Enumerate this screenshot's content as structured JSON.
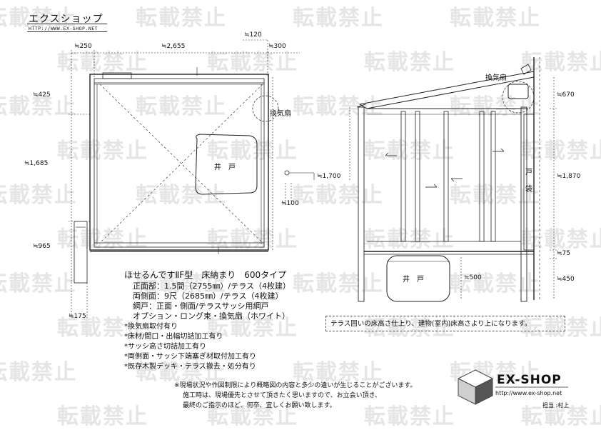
{
  "header": {
    "title": "エクスショップ",
    "url": "HTTP://WWW.EX-SHOP.NET"
  },
  "watermark": {
    "text": "転載禁止"
  },
  "plan_dimensions": {
    "top_left": "≒250",
    "top_mid": "≒2,655",
    "top_above": "≒120",
    "top_right": "≒300",
    "left_upper": "≒425",
    "left_mid": "≒1,685",
    "left_lower": "≒965",
    "bottom": "≒175",
    "right_outlet": "≒1,700",
    "right_small": "≒100"
  },
  "plan_labels": {
    "vent": "換気扇",
    "well": "井　戸"
  },
  "elev_labels": {
    "vent": "換気扇",
    "well": "井　戸",
    "doorpocket_1": "戸",
    "doorpocket_2": "袋"
  },
  "elev_dimensions": {
    "top": "≒670",
    "mid": "≒1,870",
    "lower": "≒75",
    "bottom": "≒450",
    "well": "≒500"
  },
  "spec": {
    "title": "ほせるんですⅡF型　床納まり　600タイプ",
    "front": "正面部：1.5間（2755㎜）/テラス（4枚建）",
    "sides": "両側面：9尺（2685㎜）/テラス（4枚建）",
    "screen": "網戸：正面・側面/テラスサッシ用網戸",
    "option": "オプション・ロング束・換気扇（ホワイト）",
    "notes": [
      "*換気扇取付有り",
      "*床材/間口・出幅切詰加工有り",
      "*サッシ高さ切詰加工有り",
      "*両側面・サッシ下端塞ぎ材取付加工有り",
      "*既存木製デッキ・テラス撤去・処分有り"
    ]
  },
  "note_box": "テラス囲いの床高さ仕上り、建物(室内)床高さより上になります。",
  "footer": {
    "line1": "※現場状況や作図制限により概略図の内容と多少の違いが生じることがございます。",
    "line2": "施工時は、現場優先とさせて頂きたく思いますので、お立会い頂き、",
    "line3": "最終のご指示のほど、何卒、宜しくお願い致します。"
  },
  "logo": {
    "name": "EX-SHOP",
    "url": "http://www.ex-shop.net",
    "staff": "担当 :村上"
  }
}
